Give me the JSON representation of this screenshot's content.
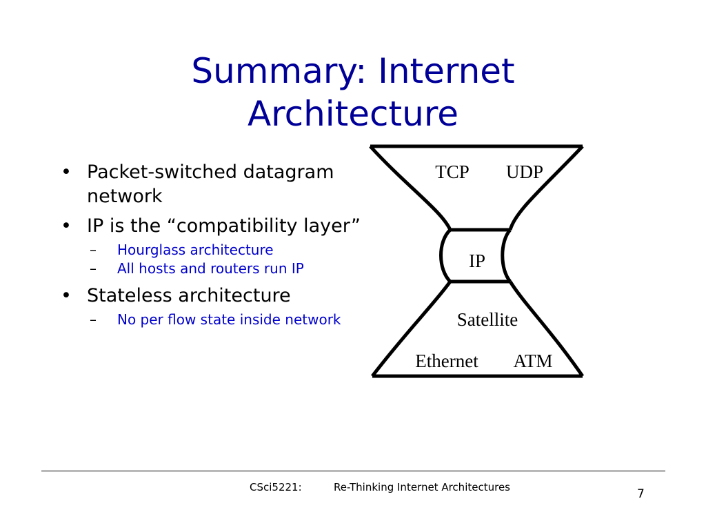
{
  "title": {
    "line1": "Summary: Internet",
    "line2": "Architecture"
  },
  "bullets": [
    {
      "text": "Packet-switched datagram network",
      "sub": []
    },
    {
      "text": "IP is the “compatibility layer”",
      "sub": [
        "Hourglass architecture",
        "All hosts and routers run IP"
      ]
    },
    {
      "text": "Stateless architecture",
      "sub": [
        "No per flow state inside network"
      ]
    }
  ],
  "bullet_marker": "•",
  "sub_marker": "–",
  "hourglass": {
    "top_labels": [
      "TCP",
      "UDP"
    ],
    "waist_label": "IP",
    "bottom_labels": [
      "Satellite",
      "Ethernet",
      "ATM"
    ]
  },
  "footer": {
    "course": "CSci5221:",
    "topic": "Re-Thinking Internet Architectures",
    "page": "7"
  },
  "colors": {
    "title": "#000099",
    "sub_bullets": "#0000cc",
    "text": "#000000"
  }
}
